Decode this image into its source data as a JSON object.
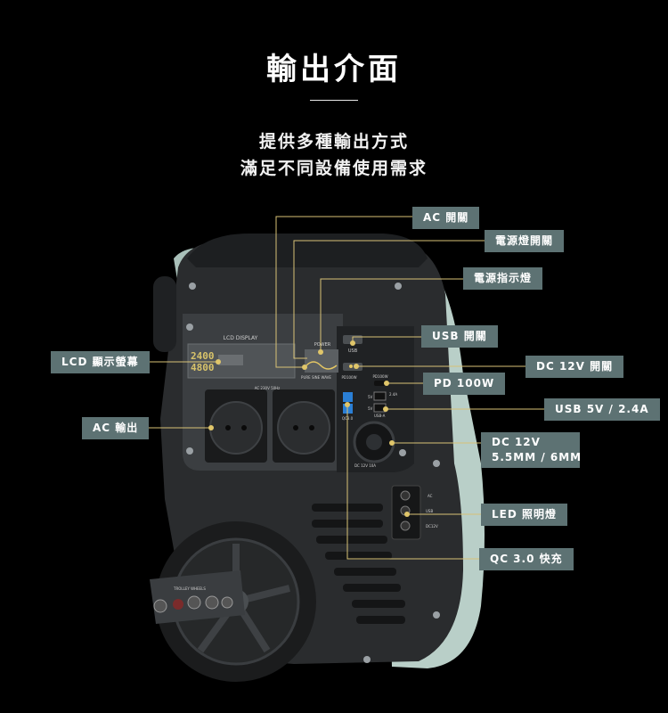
{
  "header": {
    "title": "輸出介面",
    "subtitle_line1": "提供多種輸出方式",
    "subtitle_line2": "滿足不同設備使用需求"
  },
  "callouts": {
    "ac_switch": "AC 開關",
    "power_light_switch": "電源燈開關",
    "power_indicator": "電源指示燈",
    "usb_switch": "USB 開關",
    "lcd_display": "LCD 顯示螢幕",
    "dc12v_switch": "DC 12V 開關",
    "pd_100w": "PD 100W",
    "ac_output": "AC 輸出",
    "usb_5v": "USB 5V / 2.4A",
    "dc_12v_line1": "DC 12V",
    "dc_12v_line2": "5.5MM / 6MM",
    "led_light": "LED 照明燈",
    "qc_30": "QC 3.0 快充"
  },
  "panel": {
    "lcd_label": "LCD DISPLAY",
    "lcd_digits_top": "2400",
    "lcd_digits_bottom": "4800",
    "power_label": "POWER",
    "usb_label": "USB",
    "pd_label": "PD100W",
    "ac_spec": "AC 230V 50Hz",
    "qc_label": "QC3.0",
    "dc_label": "DC 12V 10A",
    "usba_label": "USB-A",
    "pd_port_label": "PD100W",
    "v5_a": "5V",
    "v5_b": "5V",
    "a24": "2.4A",
    "led_ac": "AC",
    "led_usb": "USB",
    "led_dc": "DC12V",
    "trolley": "TROLLEY WHEELS"
  },
  "colors": {
    "background": "#000000",
    "tag_fill": "#5d7273",
    "leader_line": "#d8c276",
    "body_dark": "#2a2c2e",
    "body_mint": "#b9cfc8"
  }
}
